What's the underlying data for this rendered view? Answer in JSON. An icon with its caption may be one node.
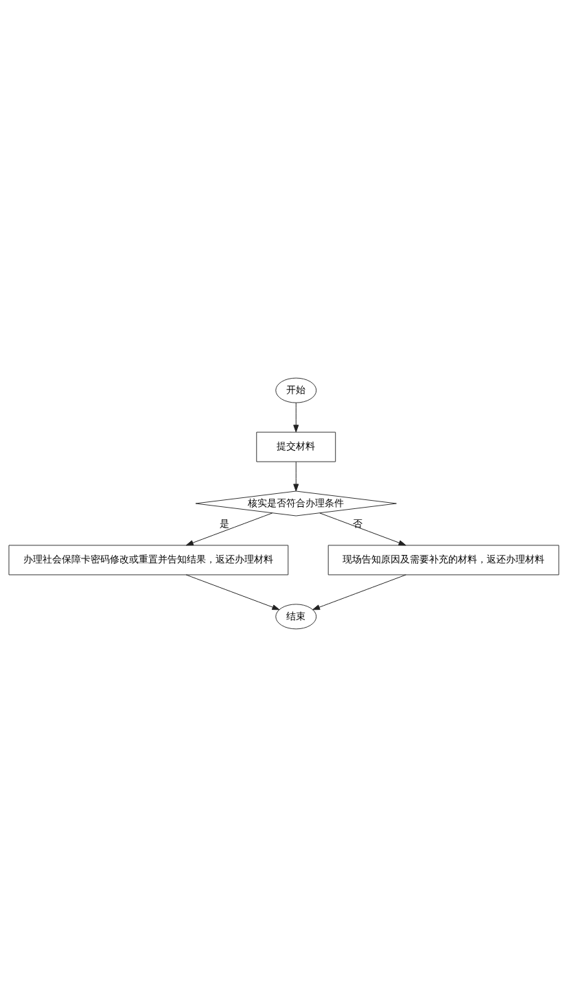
{
  "diagram": {
    "nodes": [
      {
        "text": [
          "开始"
        ]
      },
      {
        "text": [
          "提交材料"
        ]
      },
      {
        "text": [
          "核实是否符合办理条件"
        ]
      },
      {
        "text": [
          "办理社会保障卡密码修改或重置并告知结果，返还办理材料"
        ]
      },
      {
        "text": [
          "现场告知原因及需要补充的材料，返还办理材料"
        ]
      },
      {
        "text": [
          "结束"
        ]
      }
    ],
    "edges": [
      {
        "from": 0,
        "to": 1,
        "arrow": "to"
      },
      {
        "from": 1,
        "to": 2,
        "arrow": "to"
      },
      {
        "from": 2,
        "to": 3,
        "arrow": "to",
        "label": "是"
      },
      {
        "from": 2,
        "to": 4,
        "arrow": "to",
        "label": "否"
      },
      {
        "from": 3,
        "to": 5,
        "arrow": "to"
      },
      {
        "from": 4,
        "to": 5,
        "arrow": "to"
      }
    ]
  }
}
